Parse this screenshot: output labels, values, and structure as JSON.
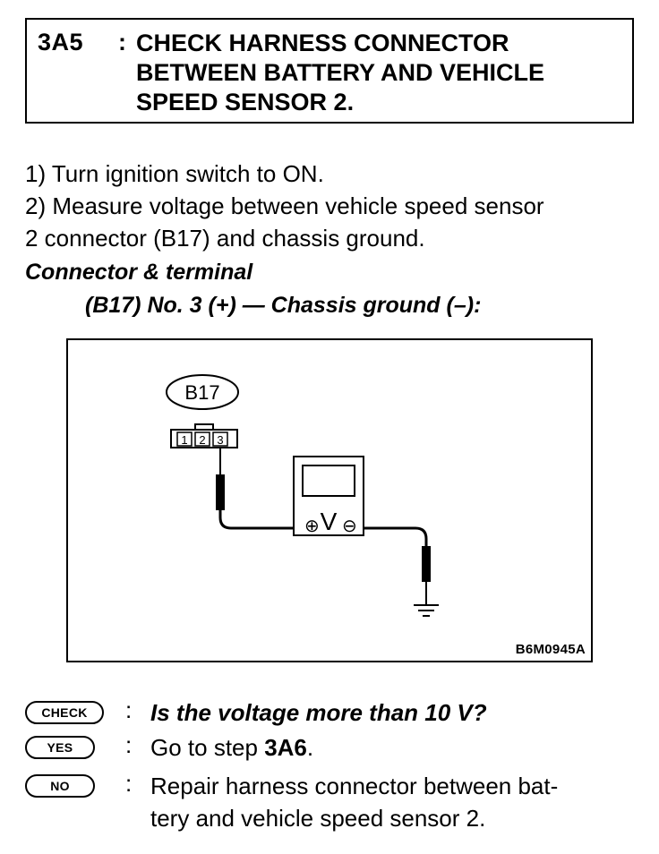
{
  "header": {
    "step_id": "3A5",
    "separator": ":",
    "title_lines": [
      "CHECK HARNESS CONNECTOR",
      "BETWEEN BATTERY AND VEHICLE",
      "SPEED SENSOR 2."
    ]
  },
  "instructions": [
    "1)  Turn ignition switch to ON.",
    "2)  Measure voltage between vehicle speed sensor",
    "2 connector (B17) and chassis ground."
  ],
  "connector": {
    "heading": "Connector & terminal",
    "spec": "(B17) No. 3 (+) — Chassis ground (–):"
  },
  "figure": {
    "connector_label": "B17",
    "pins": [
      "1",
      "2",
      "3"
    ],
    "meter_symbol": "V",
    "plus_symbol": "⊕",
    "minus_symbol": "⊖",
    "code": "B6M0945A"
  },
  "answers": {
    "check": {
      "badge": "CHECK",
      "text": "Is the voltage more than 10 V?"
    },
    "yes": {
      "badge": "YES",
      "text_prefix": "Go to step ",
      "text_bold": "3A6",
      "text_suffix": "."
    },
    "no": {
      "badge": "NO",
      "lines": [
        "Repair harness connector between bat-",
        "tery and vehicle speed sensor 2."
      ]
    }
  }
}
